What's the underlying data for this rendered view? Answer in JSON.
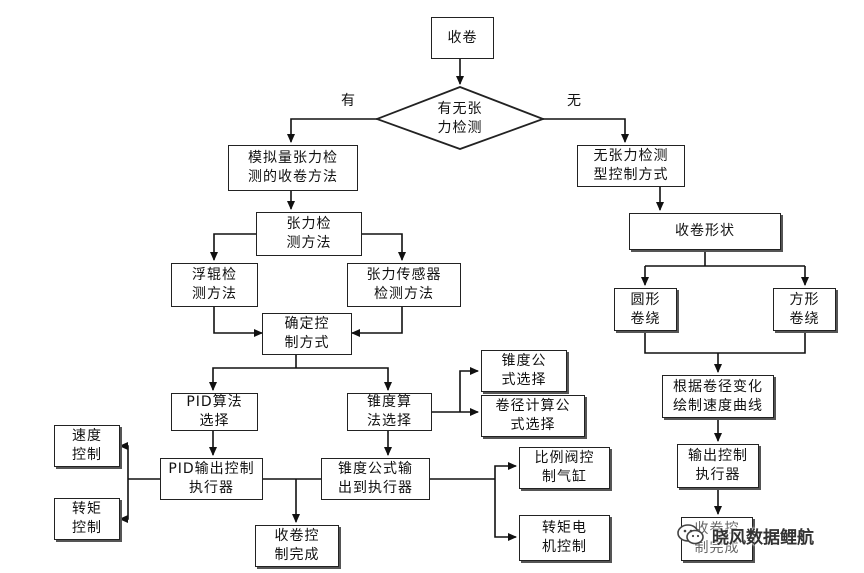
{
  "nodes": {
    "start": "收卷",
    "decision": "有无张\n力检测",
    "analog": "模拟量张力检\n测的收卷方法",
    "no_tension": "无张力检测\n型控制方式",
    "tension_method": "张力检\n测方法",
    "float_roller": "浮辊检\n测方法",
    "sensor": "张力传感器\n检测方法",
    "determine": "确定控\n制方式",
    "pid_algo": "PID算法\n选择",
    "taper_algo": "锥度算\n法选择",
    "taper_formula": "锥度公\n式选择",
    "diameter_calc": "卷径计算公\n式选择",
    "pid_output": "PID输出控制\n执行器",
    "taper_output": "锥度公式输\n出到执行器",
    "speed_ctrl": "速度\n控制",
    "torque_ctrl": "转矩\n控制",
    "valve_ctrl": "比例阀控\n制气缸",
    "motor_ctrl": "转矩电\n机控制",
    "done_left": "收卷控\n制完成",
    "wind_shape": "收卷形状",
    "round": "圆形\n卷绕",
    "square": "方形\n卷绕",
    "curve": "根据卷径变化\n绘制速度曲线",
    "output_ctrl": "输出控制\n执行器",
    "done_right": "收卷控\n制完成"
  },
  "edge_labels": {
    "yes": "有",
    "no": "无"
  },
  "watermark": "晓风数据鲤航",
  "icons": {
    "watermark_icon": "wechat-icon"
  }
}
